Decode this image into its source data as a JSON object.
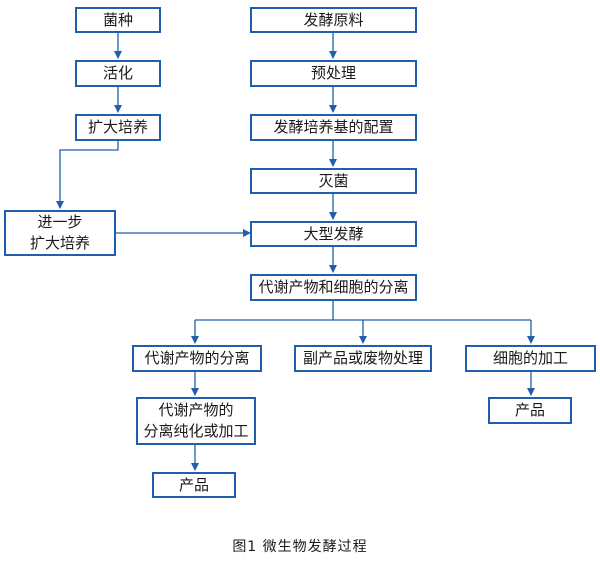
{
  "diagram": {
    "nodes": {
      "strain": "菌种",
      "activation": "活化",
      "expansion": "扩大培养",
      "further_expansion": "进一步\n扩大培养",
      "raw_material": "发酵原料",
      "pretreatment": "预处理",
      "medium_prep": "发酵培养基的配置",
      "sterilization": "灭菌",
      "fermentation": "大型发酵",
      "separation": "代谢产物和细胞的分离",
      "metabolite_separation": "代谢产物的分离",
      "byproduct_treatment": "副产品或废物处理",
      "cell_processing": "细胞的加工",
      "metabolite_purification": "代谢产物的\n分离纯化或加工",
      "product_left": "产品",
      "product_right": "产品"
    },
    "caption": "图1  微生物发酵过程"
  },
  "colors": {
    "border": "#1f5fae",
    "line": "#1f5fae"
  }
}
